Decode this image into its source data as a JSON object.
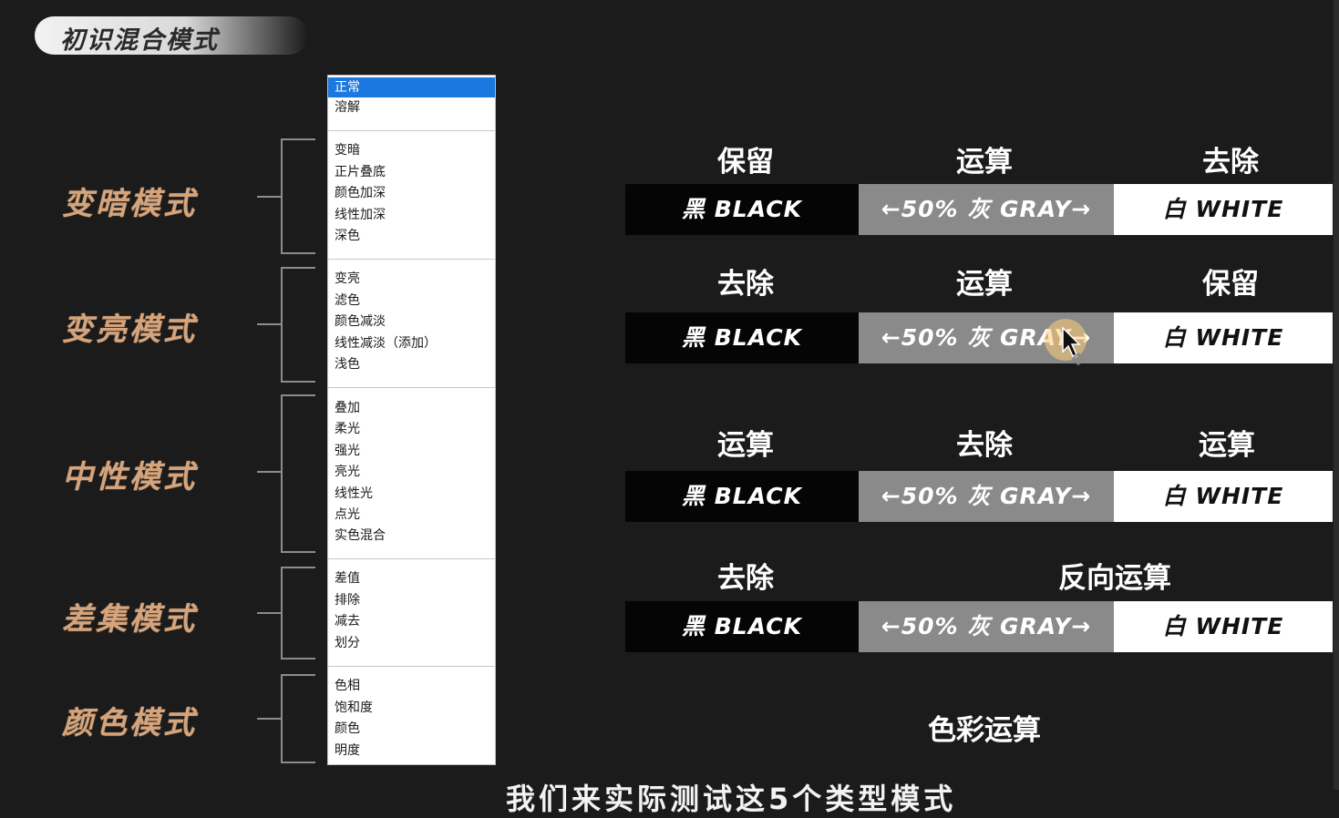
{
  "header": {
    "title": "初识混合模式"
  },
  "groups": [
    {
      "label": "变暗模式"
    },
    {
      "label": "变亮模式"
    },
    {
      "label": "中性模式"
    },
    {
      "label": "差集模式"
    },
    {
      "label": "颜色模式"
    }
  ],
  "blend_list": {
    "selected": "正常",
    "items": [
      "正常",
      "溶解",
      "变暗",
      "正片叠底",
      "颜色加深",
      "线性加深",
      "深色",
      "变亮",
      "滤色",
      "颜色减淡",
      "线性减淡（添加）",
      "浅色",
      "叠加",
      "柔光",
      "强光",
      "亮光",
      "线性光",
      "点光",
      "实色混合",
      "差值",
      "排除",
      "减去",
      "划分",
      "色相",
      "饱和度",
      "颜色",
      "明度"
    ]
  },
  "bar_text": {
    "black": "黑 BLACK",
    "gray": "←50% 灰 GRAY→",
    "white": "白 WHITE"
  },
  "rows": [
    {
      "labels": [
        "保留",
        "运算",
        "去除"
      ]
    },
    {
      "labels": [
        "去除",
        "运算",
        "保留"
      ]
    },
    {
      "labels": [
        "运算",
        "去除",
        "运算"
      ]
    },
    {
      "labels": [
        "去除",
        "反向运算"
      ]
    }
  ],
  "footer": {
    "label": "色彩运算",
    "subtitle_partial": "我们来实际测试这5个类型模式"
  },
  "colors": {
    "accent_gold": "#d4a47c",
    "selection_blue": "#1a78e0",
    "gray_segment": "#8a8a8a"
  },
  "icons": {
    "cursor": "cursor-arrow-icon"
  }
}
